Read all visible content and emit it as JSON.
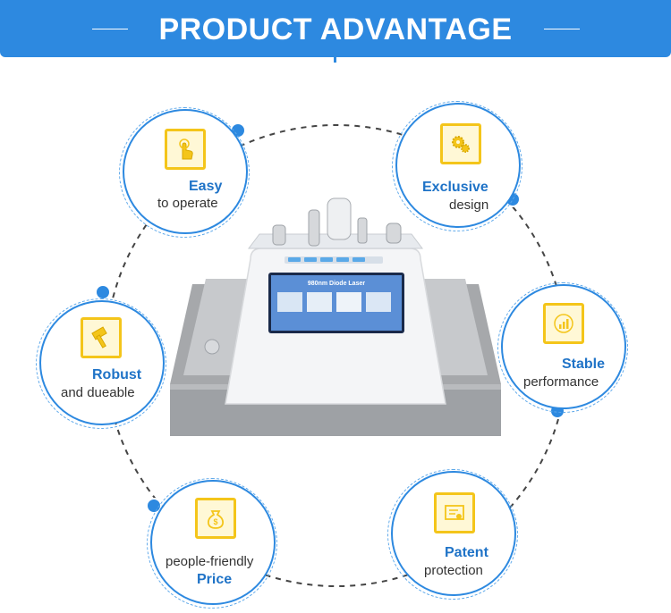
{
  "banner": {
    "title": "PRODUCT ADVANTAGE"
  },
  "device": {
    "screen_title": "980nm Diode Laser"
  },
  "features": [
    {
      "strong": "Easy",
      "soft": "to operate",
      "icon": "tap-finger-icon"
    },
    {
      "strong": "Exclusive",
      "soft": "design",
      "icon": "gears-icon"
    },
    {
      "strong": "Robust",
      "soft": "and dueable",
      "icon": "hammer-icon"
    },
    {
      "strong": "Stable",
      "soft": "performance",
      "icon": "bar-chart-icon"
    },
    {
      "soft": "people-friendly",
      "strong": "Price",
      "icon": "money-bag-icon"
    },
    {
      "strong": "Patent",
      "soft": "protection",
      "icon": "certificate-icon"
    }
  ],
  "colors": {
    "accent": "#2d89e0",
    "icon_yellow": "#f4c51a",
    "label_blue": "#1f73c7"
  }
}
